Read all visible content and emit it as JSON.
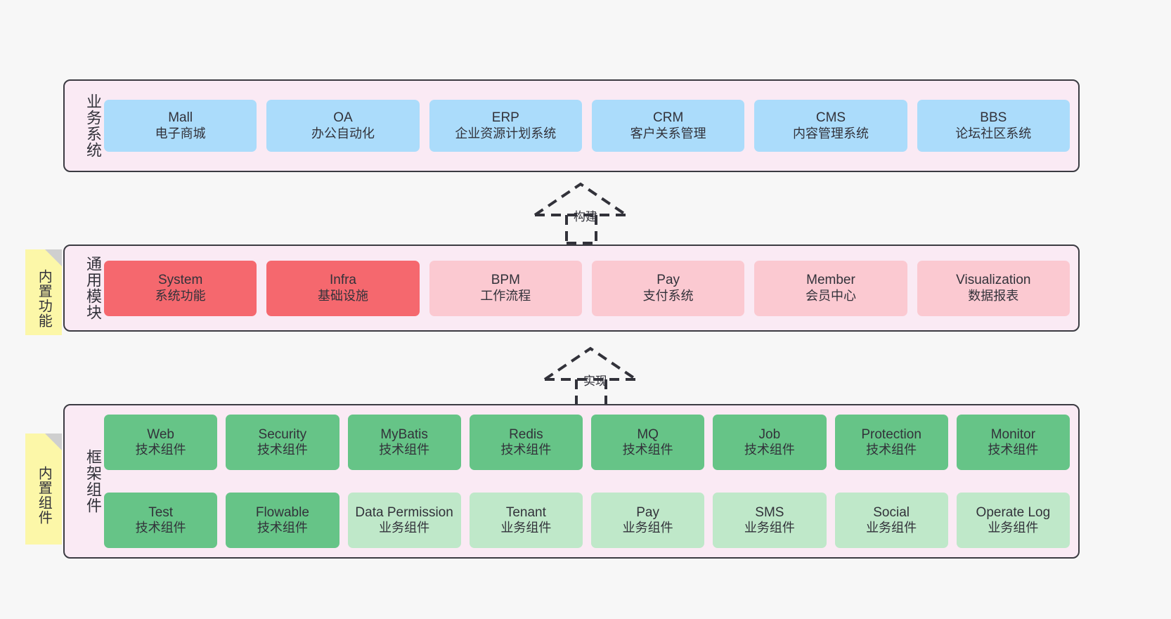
{
  "background_color": "#f7f7f7",
  "layers": [
    {
      "id": "business-systems",
      "label": "业务系统",
      "rows": [
        {
          "cards": [
            {
              "name": "Mall",
              "sub": "电子商城",
              "color": "#abdcfb",
              "style": "c-blue"
            },
            {
              "name": "OA",
              "sub": "办公自动化",
              "color": "#abdcfb",
              "style": "c-blue"
            },
            {
              "name": "ERP",
              "sub": "企业资源计划系统",
              "color": "#abdcfb",
              "style": "c-blue"
            },
            {
              "name": "CRM",
              "sub": "客户关系管理",
              "color": "#abdcfb",
              "style": "c-blue"
            },
            {
              "name": "CMS",
              "sub": "内容管理系统",
              "color": "#abdcfb",
              "style": "c-blue"
            },
            {
              "name": "BBS",
              "sub": "论坛社区系统",
              "color": "#abdcfb",
              "style": "c-blue"
            }
          ]
        }
      ]
    },
    {
      "id": "common-modules",
      "label": "通用模块",
      "note": "内置功能",
      "rows": [
        {
          "cards": [
            {
              "name": "System",
              "sub": "系统功能",
              "color": "#f5686e",
              "style": "c-red"
            },
            {
              "name": "Infra",
              "sub": "基础设施",
              "color": "#f5686e",
              "style": "c-red"
            },
            {
              "name": "BPM",
              "sub": "工作流程",
              "color": "#fbc9d1",
              "style": "c-pink"
            },
            {
              "name": "Pay",
              "sub": "支付系统",
              "color": "#fbc9d1",
              "style": "c-pink"
            },
            {
              "name": "Member",
              "sub": "会员中心",
              "color": "#fbc9d1",
              "style": "c-pink"
            },
            {
              "name": "Visualization",
              "sub": "数据报表",
              "color": "#fbc9d1",
              "style": "c-pink"
            }
          ]
        }
      ]
    },
    {
      "id": "framework-components",
      "label": "框架组件",
      "note": "内置组件",
      "rows": [
        {
          "cards": [
            {
              "name": "Web",
              "sub": "技术组件",
              "color": "#66c487",
              "style": "c-green"
            },
            {
              "name": "Security",
              "sub": "技术组件",
              "color": "#66c487",
              "style": "c-green"
            },
            {
              "name": "MyBatis",
              "sub": "技术组件",
              "color": "#66c487",
              "style": "c-green"
            },
            {
              "name": "Redis",
              "sub": "技术组件",
              "color": "#66c487",
              "style": "c-green"
            },
            {
              "name": "MQ",
              "sub": "技术组件",
              "color": "#66c487",
              "style": "c-green"
            },
            {
              "name": "Job",
              "sub": "技术组件",
              "color": "#66c487",
              "style": "c-green"
            },
            {
              "name": "Protection",
              "sub": "技术组件",
              "color": "#66c487",
              "style": "c-green"
            },
            {
              "name": "Monitor",
              "sub": "技术组件",
              "color": "#66c487",
              "style": "c-green"
            }
          ]
        },
        {
          "cards": [
            {
              "name": "Test",
              "sub": "技术组件",
              "color": "#66c487",
              "style": "c-green"
            },
            {
              "name": "Flowable",
              "sub": "技术组件",
              "color": "#66c487",
              "style": "c-green"
            },
            {
              "name": "Data Permission",
              "sub": "业务组件",
              "color": "#bfe8c9",
              "style": "c-greenlight"
            },
            {
              "name": "Tenant",
              "sub": "业务组件",
              "color": "#bfe8c9",
              "style": "c-greenlight"
            },
            {
              "name": "Pay",
              "sub": "业务组件",
              "color": "#bfe8c9",
              "style": "c-greenlight"
            },
            {
              "name": "SMS",
              "sub": "业务组件",
              "color": "#bfe8c9",
              "style": "c-greenlight"
            },
            {
              "name": "Social",
              "sub": "业务组件",
              "color": "#bfe8c9",
              "style": "c-greenlight"
            },
            {
              "name": "Operate Log",
              "sub": "业务组件",
              "color": "#bfe8c9",
              "style": "c-greenlight"
            }
          ]
        }
      ]
    }
  ],
  "arrows": [
    {
      "id": "build-arrow",
      "label": "构建",
      "direction": "up",
      "style": "dashed-generalization"
    },
    {
      "id": "implement-arrow",
      "label": "实现",
      "direction": "up",
      "style": "dashed-generalization"
    }
  ],
  "notes": [
    {
      "id": "builtin-features-note",
      "label": "内置功能",
      "color": "#fcf7a8"
    },
    {
      "id": "builtin-components-note",
      "label": "内置组件",
      "color": "#fcf7a8"
    }
  ]
}
